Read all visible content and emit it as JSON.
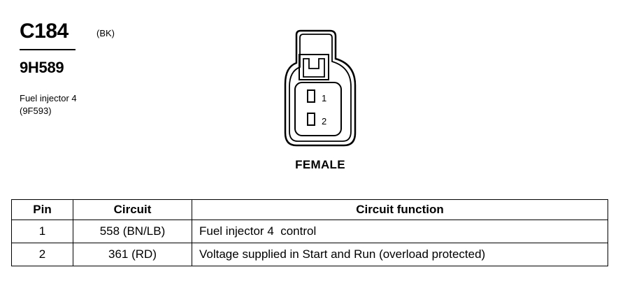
{
  "connector": {
    "id": "C184",
    "color": "(BK)",
    "part_number": "9H589",
    "description_line1": "Fuel injector 4",
    "description_line2": "(9F593)"
  },
  "diagram": {
    "pin_labels": [
      "1",
      "2"
    ],
    "face_label": "FEMALE"
  },
  "table": {
    "headers": {
      "pin": "Pin",
      "circuit": "Circuit",
      "function": "Circuit function"
    },
    "rows": [
      {
        "pin": "1",
        "circuit": "558 (BN/LB)",
        "function": "Fuel injector 4  control"
      },
      {
        "pin": "2",
        "circuit": "361 (RD)",
        "function": "Voltage supplied in Start and Run (overload protected)"
      }
    ]
  }
}
